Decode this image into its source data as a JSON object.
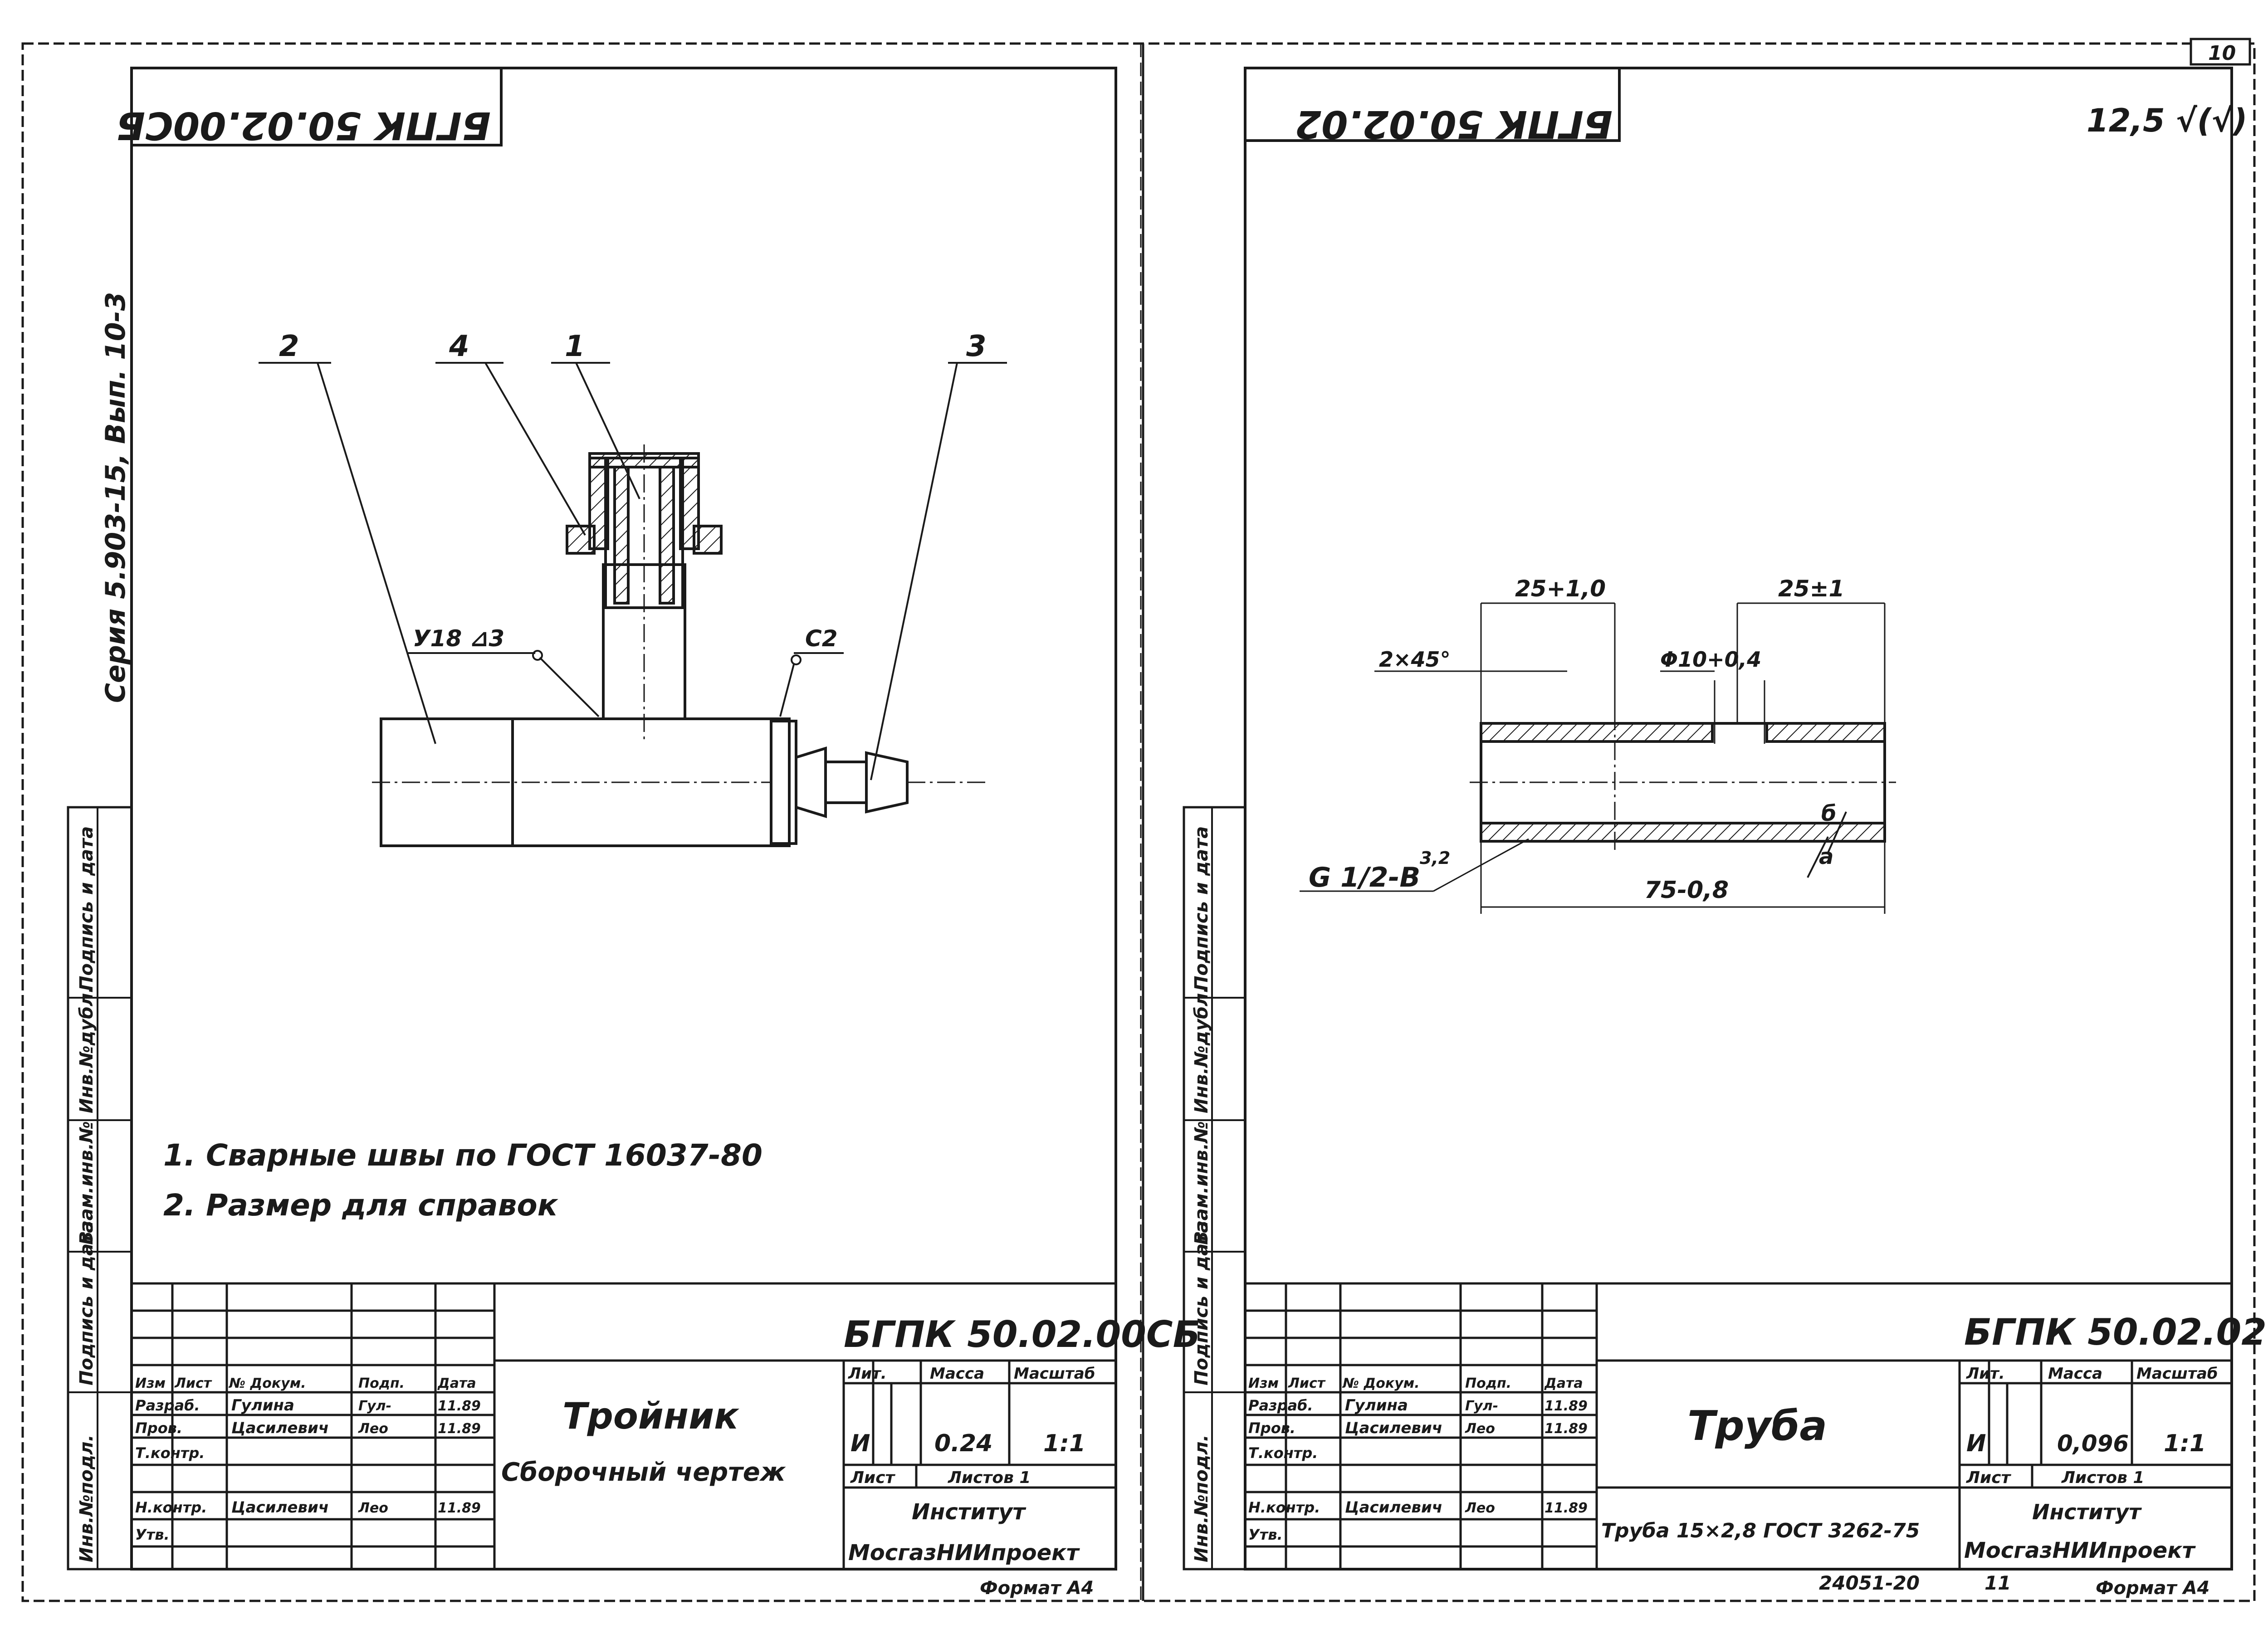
{
  "page_number": "10",
  "left_sheet": {
    "top_code": "БГПК 50.02.00СБ",
    "series": "Серия 5.903-15, Вып. 10-3",
    "side_stamp": [
      "Инв.№подл.",
      "Подпись и дата",
      "Взам.инв.№",
      "Инв.№дубл.",
      "Подпись и дата"
    ],
    "callouts": {
      "c1": "1",
      "c2": "2",
      "c3": "3",
      "c4": "4"
    },
    "weld_left": "У18 ⊿3",
    "weld_right": "С2",
    "notes": [
      "1. Сварные швы по ГОСТ 16037-80",
      "2. Размер для справок"
    ],
    "title_block": {
      "code": "БГПК 50.02.00СБ",
      "name": "Тройник",
      "subtitle": "Сборочный чертеж",
      "header_cols": [
        "Изм",
        "Лист",
        "№ Докум.",
        "Подп.",
        "Дата"
      ],
      "rows": [
        {
          "role": "Разраб.",
          "name": "Гулина",
          "sign": "Гул-",
          "date": "11.89"
        },
        {
          "role": "Пров.",
          "name": "Цасилевич",
          "sign": "Лео",
          "date": "11.89"
        },
        {
          "role": "Т.контр.",
          "name": "",
          "sign": "",
          "date": ""
        },
        {
          "role": "Н.контр.",
          "name": "Цасилевич",
          "sign": "Лео",
          "date": "11.89"
        },
        {
          "role": "Утв.",
          "name": "",
          "sign": "",
          "date": ""
        }
      ],
      "lit_label": "Лит.",
      "mass_label": "Масса",
      "scale_label": "Масштаб",
      "lit": "И",
      "mass": "0.24",
      "scale": "1:1",
      "sheet_label": "Лист",
      "sheets_label": "Листов 1",
      "org_line1": "Институт",
      "org_line2": "МосгазНИИпроект"
    },
    "format": "Формат А4"
  },
  "right_sheet": {
    "top_code": "БГПК 50.02.02",
    "roughness": "12,5 √(√)",
    "side_stamp": [
      "Инв.№подл.",
      "Подпись и дата",
      "Взам.инв.№",
      "Инв.№дубл.",
      "Подпись и дата"
    ],
    "dims": {
      "d1": "25+1,0",
      "d2": "25±1",
      "chamfer": "2×45°",
      "hole": "Φ10+0,4",
      "thread": "G 1/2-B",
      "thread_rough": "3,2",
      "length": "75-0,8",
      "sec_b": "б",
      "sec_a": "а"
    },
    "title_block": {
      "code": "БГПК 50.02.02",
      "name": "Труба",
      "material": "Труба 15×2,8 ГОСТ 3262-75",
      "header_cols": [
        "Изм",
        "Лист",
        "№ Докум.",
        "Подп.",
        "Дата"
      ],
      "rows": [
        {
          "role": "Разраб.",
          "name": "Гулина",
          "sign": "Гул-",
          "date": "11.89"
        },
        {
          "role": "Пров.",
          "name": "Цасилевич",
          "sign": "Лео",
          "date": "11.89"
        },
        {
          "role": "Т.контр.",
          "name": "",
          "sign": "",
          "date": ""
        },
        {
          "role": "Н.контр.",
          "name": "Цасилевич",
          "sign": "Лео",
          "date": "11.89"
        },
        {
          "role": "Утв.",
          "name": "",
          "sign": "",
          "date": ""
        }
      ],
      "lit_label": "Лит.",
      "mass_label": "Масса",
      "scale_label": "Масштаб",
      "lit": "И",
      "mass": "0,096",
      "scale": "1:1",
      "sheet_label": "Лист",
      "sheets_label": "Листов 1",
      "org_line1": "Институт",
      "org_line2": "МосгазНИИпроект"
    },
    "footer_code": "24051-20",
    "footer_page": "11",
    "format": "Формат А4"
  }
}
